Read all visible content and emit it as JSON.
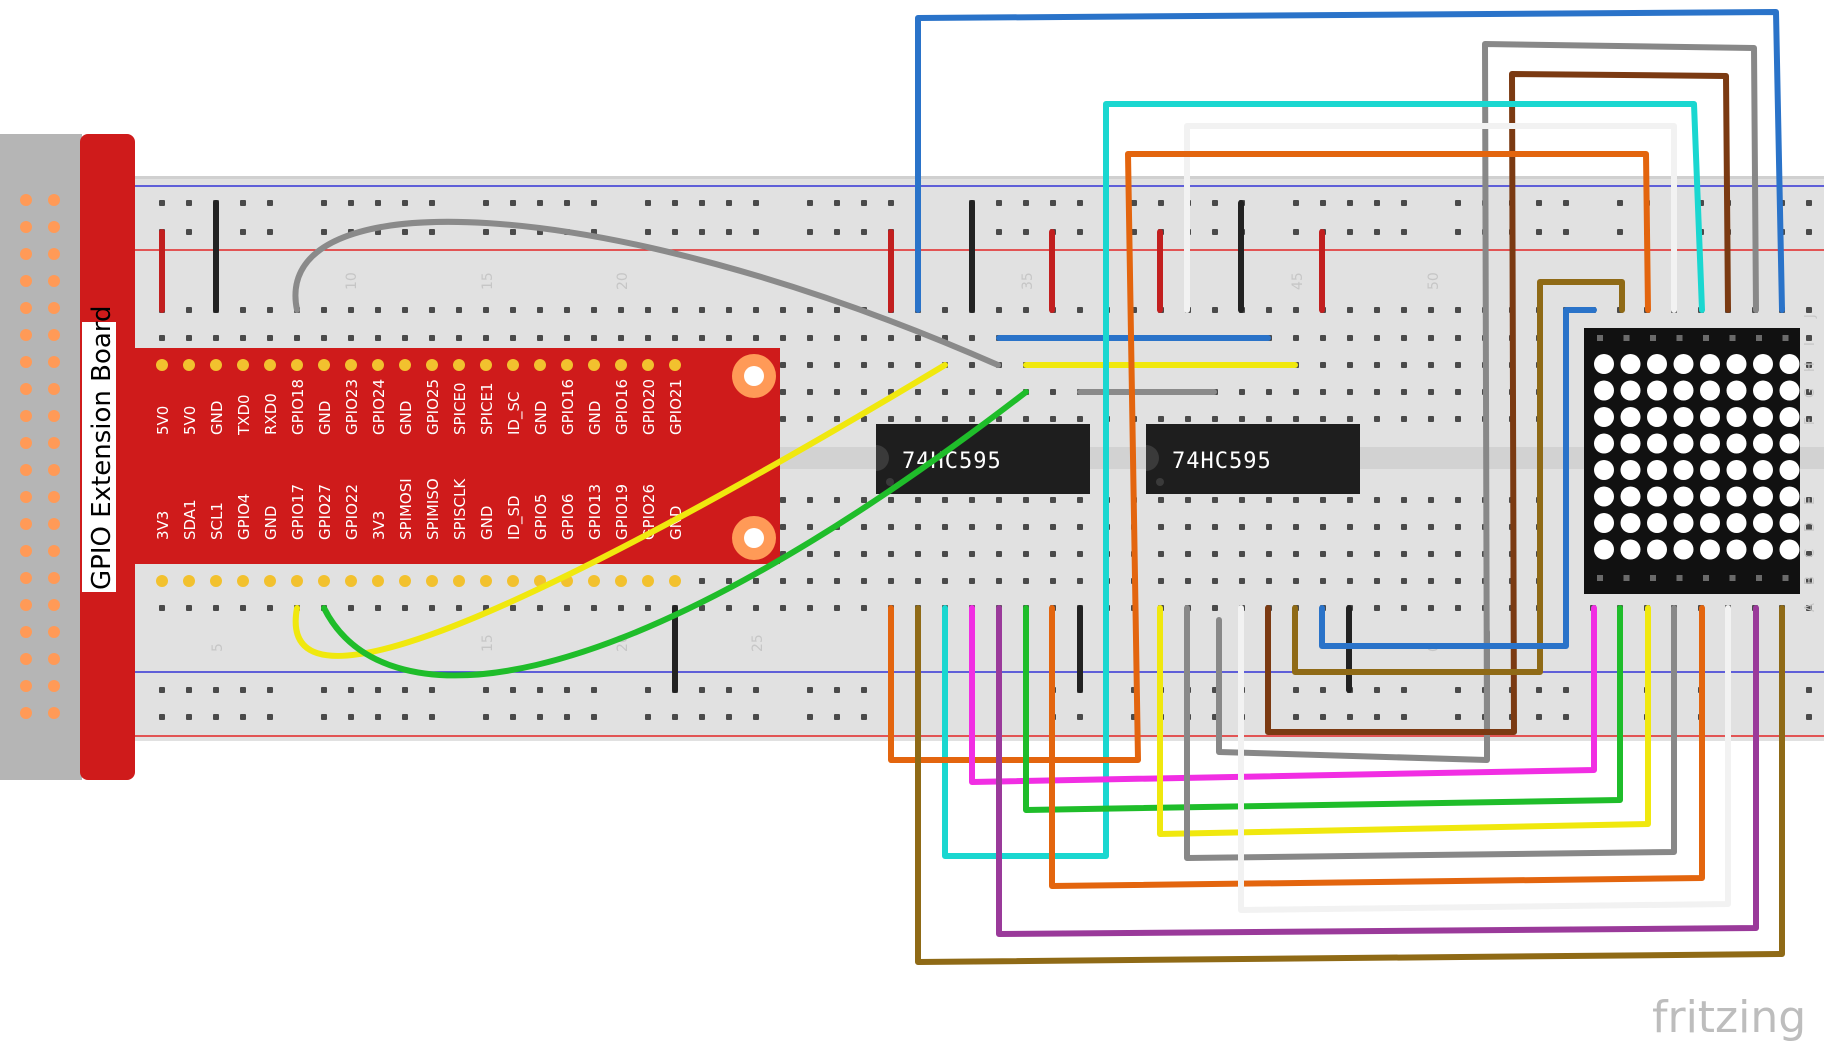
{
  "board": {
    "title": "GPIO Extension Board",
    "top_row_pins": [
      "5V0",
      "5V0",
      "GND",
      "TXD0",
      "RXD0",
      "GPIO18",
      "GND",
      "GPIO23",
      "GPIO24",
      "GND",
      "GPIO25",
      "SPICE0",
      "SPICE1",
      "ID_SC",
      "GND",
      "GPIO16",
      "GND",
      "GPIO16",
      "GPIO20",
      "GPIO21"
    ],
    "bottom_row_pins": [
      "3V3",
      "SDA1",
      "SCL1",
      "GPIO4",
      "GND",
      "GPIO17",
      "GPIO27",
      "GPIO22",
      "3V3",
      "SPIMOSI",
      "SPIMISO",
      "SPISCLK",
      "GND",
      "ID_SD",
      "GPIO5",
      "GPIO6",
      "GPIO13",
      "GPIO19",
      "GPIO26",
      "GND"
    ]
  },
  "breadboard": {
    "column_numbers_top": [
      "10",
      "15",
      "20",
      "35",
      "45",
      "50"
    ],
    "column_numbers_bottom": [
      "5",
      "15",
      "20",
      "25",
      "0"
    ],
    "row_letters_right": [
      "J",
      "I",
      "H",
      "G",
      "F",
      "E",
      "D",
      "C",
      "B",
      "A"
    ]
  },
  "chips": [
    {
      "label": "74HC595"
    },
    {
      "label": "74HC595"
    }
  ],
  "matrix": {
    "rows": 8,
    "cols": 8
  },
  "brand": "fritzing",
  "colors": {
    "board_red": "#cf1b1b",
    "board_gray": "#b5b5b5",
    "pin_orange": "#ff9a57",
    "chip_body": "#1e1e1e",
    "breadboard": "#e3e3e3",
    "rail_blue": "#2b2bd0",
    "rail_red": "#e02020"
  }
}
